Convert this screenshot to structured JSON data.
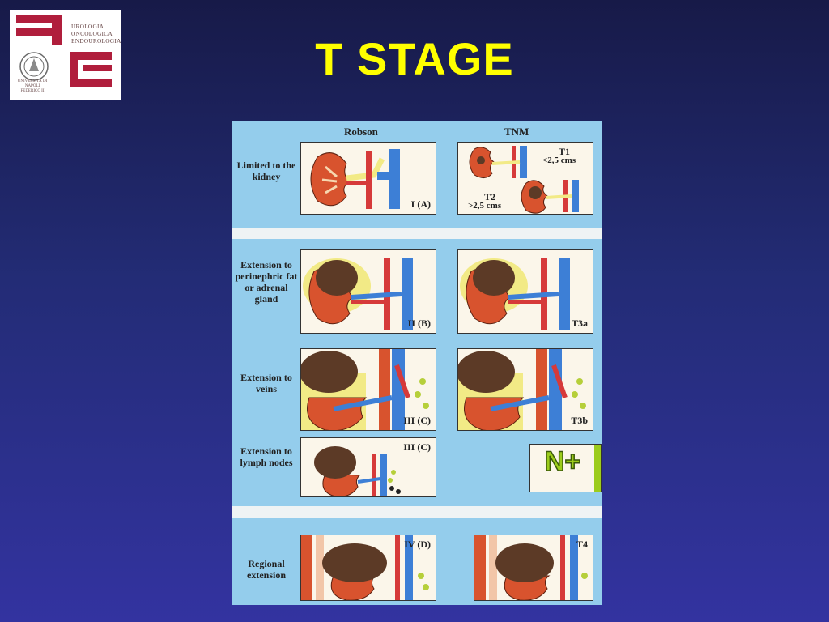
{
  "slide": {
    "title": "T STAGE"
  },
  "logo": {
    "lines": [
      "UROLOGIA",
      "ONCOLOGICA",
      "ENDOUROLOGIA"
    ],
    "university": "UNIVERSITÀ DI NAPOLI FEDERICO II",
    "colors": {
      "brand": "#b01e3c"
    }
  },
  "figure": {
    "col_robson": "Robson",
    "col_tnm": "TNM",
    "rows": [
      {
        "label": "Limited to the kidney",
        "robson": "I (A)",
        "tnm_t1": "T1",
        "tnm_t1_size": "<2,5 cms",
        "tnm_t2": "T2",
        "tnm_t2_size": ">2,5 cms"
      },
      {
        "label": "Extension to perinephric fat or adrenal gland",
        "robson": "II (B)",
        "tnm": "T3a"
      },
      {
        "label": "Extension to veins",
        "robson": "III (C)",
        "tnm": "T3b"
      },
      {
        "label": "Extension to lymph nodes",
        "robson": "III (C)",
        "tnm": "N+"
      },
      {
        "label": "Regional extension",
        "robson": "IV (D)",
        "tnm": "T4"
      }
    ]
  },
  "colors": {
    "title": "#ffff00",
    "figure_bg": "#94cdec",
    "kidney": "#d8532e",
    "vein": "#3d7fd6",
    "artery": "#d63a3a",
    "tumor": "#5c3a26",
    "fat": "#f2ea86",
    "node": "#b6cf3a"
  }
}
